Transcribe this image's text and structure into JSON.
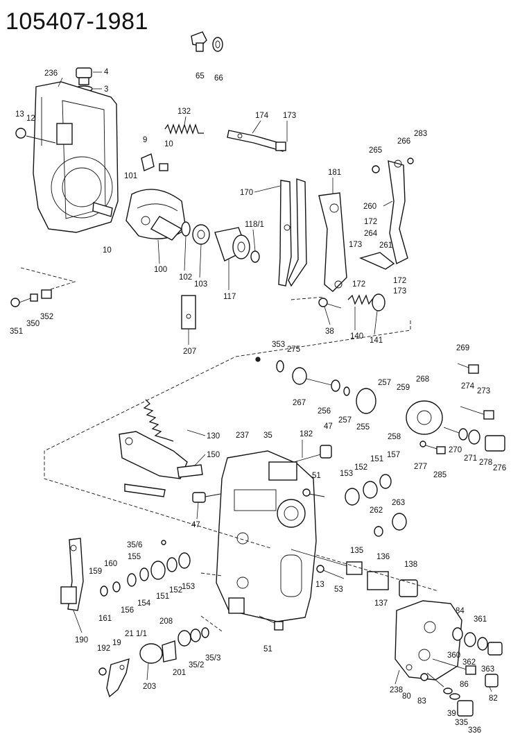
{
  "diagram_title": "105407-1981",
  "labels": [
    "65",
    "66",
    "236",
    "4",
    "3",
    "13",
    "12",
    "132",
    "174",
    "173",
    "9",
    "10",
    "283",
    "266",
    "265",
    "101",
    "181",
    "170",
    "260",
    "118/1",
    "172",
    "264",
    "10",
    "102",
    "103",
    "100",
    "117",
    "261",
    "173",
    "172",
    "172",
    "173",
    "351",
    "350",
    "352",
    "207",
    "38",
    "140",
    "141",
    "269",
    "353",
    "275",
    "257",
    "259",
    "268",
    "274",
    "273",
    "267",
    "256",
    "257",
    "255",
    "258",
    "270",
    "277",
    "285",
    "271",
    "278",
    "276",
    "130",
    "237",
    "35",
    "182",
    "47",
    "150",
    "51",
    "153",
    "152",
    "151",
    "157",
    "263",
    "262",
    "47",
    "35/6",
    "155",
    "160",
    "159",
    "135",
    "136",
    "138",
    "154",
    "151",
    "152",
    "153",
    "156",
    "161",
    "13",
    "53",
    "137",
    "208",
    "21 1/1",
    "19",
    "84",
    "361",
    "190",
    "192",
    "201",
    "35/2",
    "35/3",
    "203",
    "360",
    "362",
    "363",
    "86",
    "238",
    "80",
    "83",
    "82",
    "39",
    "335",
    "336",
    "51"
  ]
}
